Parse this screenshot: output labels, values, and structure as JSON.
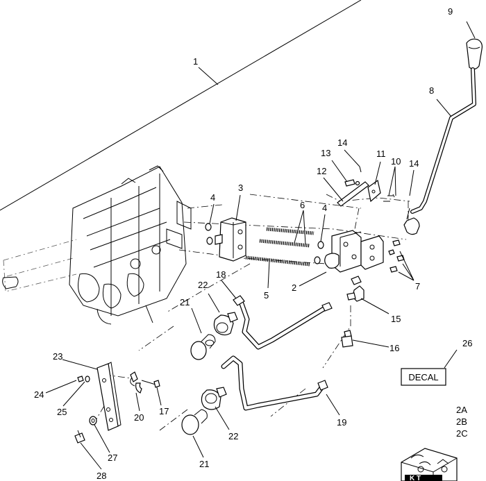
{
  "diagram": {
    "decal_label": "DECAL",
    "kit_box_text": "K  T",
    "callouts": {
      "c1": "1",
      "c2": "2",
      "c3": "3",
      "c4a": "4",
      "c4b": "4",
      "c5": "5",
      "c6": "6",
      "c7": "7",
      "c8": "8",
      "c9": "9",
      "c10": "10",
      "c11": "11",
      "c12": "12",
      "c13": "13",
      "c14a": "14",
      "c14b": "14",
      "c15": "15",
      "c16": "16",
      "c17": "17",
      "c18": "18",
      "c19": "19",
      "c20": "20",
      "c21a": "21",
      "c21b": "21",
      "c22a": "22",
      "c22b": "22",
      "c23": "23",
      "c24": "24",
      "c25": "25",
      "c26": "26",
      "c27": "27",
      "c28": "28",
      "c2A": "2A",
      "c2B": "2B",
      "c2C": "2C"
    }
  }
}
